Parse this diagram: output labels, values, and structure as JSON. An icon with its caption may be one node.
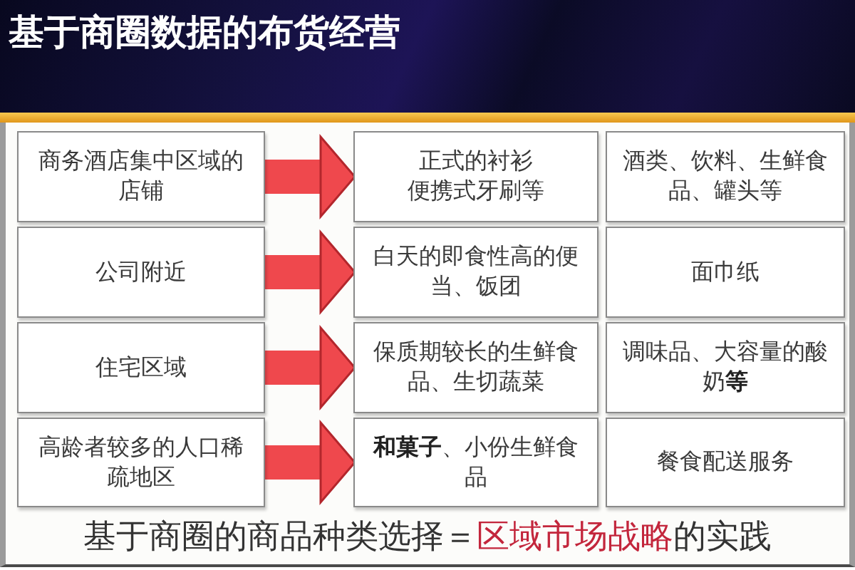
{
  "diagram": {
    "title": "基于商圈数据的布货经营",
    "nodes": [
      {
        "text": [
          "商务酒店集中区域的店铺"
        ]
      },
      {
        "text": [
          "正式的衬衫",
          "便携式牙刷等"
        ]
      },
      {
        "text": [
          "酒类、饮料、生鲜食品、罐头等"
        ]
      },
      {
        "text": [
          "公司附近"
        ]
      },
      {
        "text": [
          "白天的即食性高的便当、饭团"
        ]
      },
      {
        "text": [
          "面巾纸"
        ]
      },
      {
        "text": [
          "住宅区域"
        ]
      },
      {
        "text": [
          "保质期较长的生鲜食品、生切蔬菜"
        ]
      },
      {
        "text": [
          "调味品、大容量的酸奶**等**"
        ]
      },
      {
        "text": [
          "高龄者较多的人口稀疏地区"
        ]
      },
      {
        "text": [
          "**和菓子**、小份生鲜食品"
        ]
      },
      {
        "text": [
          "餐食配送服务"
        ]
      }
    ],
    "edges": [
      {
        "from": 0,
        "to": 1,
        "arrow": "to"
      },
      {
        "from": 3,
        "to": 4,
        "arrow": "to"
      },
      {
        "from": 6,
        "to": 7,
        "arrow": "to"
      },
      {
        "from": 9,
        "to": 10,
        "arrow": "to"
      }
    ],
    "labels": [
      "基于商圈的商品种类选择＝",
      "区域市场战略",
      "的实践"
    ]
  }
}
